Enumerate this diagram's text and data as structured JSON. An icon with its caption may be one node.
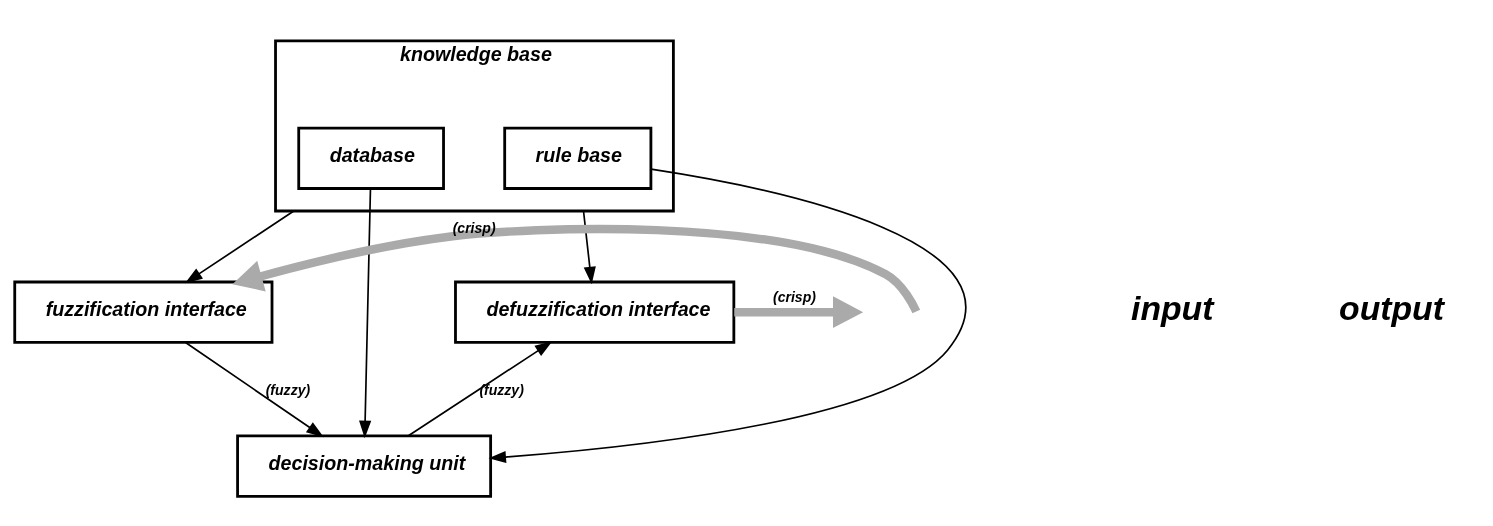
{
  "diagram": {
    "nodes": [
      {
        "text": [
          "fuzzification interface"
        ]
      },
      {
        "text": [
          "knowledge base"
        ]
      },
      {
        "text": [
          "database"
        ],
        "in": 1
      },
      {
        "text": [
          "rule base"
        ],
        "in": 1
      },
      {
        "text": [
          "defuzzification interface"
        ]
      },
      {
        "text": [
          "decision-making unit"
        ]
      }
    ],
    "edges": [
      {
        "from": null,
        "to": 0,
        "arrow": "to",
        "label": "(crisp)",
        "style": "thick",
        "color": "#aaaaaa"
      },
      {
        "from": 1,
        "to": 0,
        "arrow": "to"
      },
      {
        "from": 1,
        "to": 4,
        "arrow": "to"
      },
      {
        "from": 2,
        "to": 5,
        "arrow": "to"
      },
      {
        "from": 3,
        "to": 5,
        "arrow": "to"
      },
      {
        "from": 0,
        "to": 5,
        "arrow": "to",
        "label": "(fuzzy)"
      },
      {
        "from": 5,
        "to": 4,
        "arrow": "to",
        "label": "(fuzzy)"
      },
      {
        "from": 4,
        "to": null,
        "arrow": "to",
        "label": "(crisp)",
        "style": "thick",
        "color": "#aaaaaa"
      }
    ],
    "labels": [
      "input",
      "output"
    ]
  }
}
